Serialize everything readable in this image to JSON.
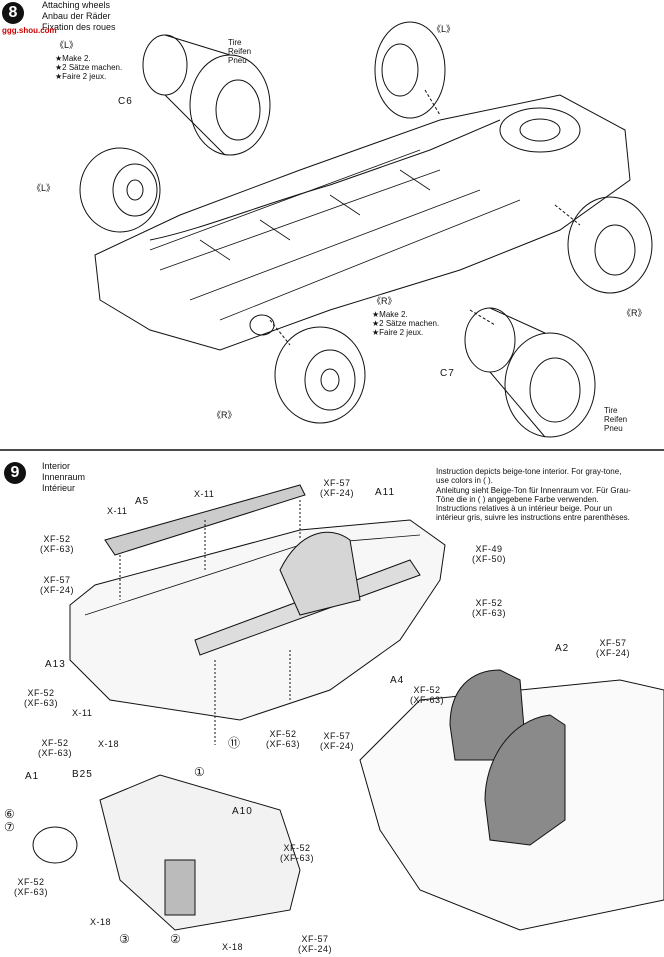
{
  "watermark": "ggg.shou.com",
  "section8": {
    "title_lines": [
      "Attaching wheels",
      "Anbau der Räder",
      "Fixation des roues"
    ],
    "left_label": "《L》",
    "left_label_2": "《L》",
    "left_label_3": "《L》",
    "left_notes": [
      "★Make 2.",
      "★2 Sätze machen.",
      "★Faire 2 jeux."
    ],
    "part_c6": "C6",
    "tire_top": [
      "Tire",
      "Reifen",
      "Pneu"
    ],
    "right_label": "《R》",
    "right_label_2": "《R》",
    "right_label_3": "《R》",
    "right_notes": [
      "★Make 2.",
      "★2 Sätze machen.",
      "★Faire 2 jeux."
    ],
    "part_c7": "C7",
    "tire_bottom": [
      "Tire",
      "Reifen",
      "Pneu"
    ]
  },
  "section9": {
    "step_number": "9",
    "title_lines": [
      "Interior",
      "Innenraum",
      "Intérieur"
    ],
    "instructions": [
      "Instruction depicts beige-tone interior. For gray-tone,",
      "use colors in (    ).",
      "Anleitung sieht Beige-Ton für Innenraum vor. Für Grau-",
      "Töne die in (    ) angegebene Farbe verwenden.",
      "Instructions relatives à un intérieur beige. Pour un",
      "intérieur gris, suivre les instructions entre parenthèses."
    ],
    "labels": {
      "x11_a": "X-11",
      "a5": "A5",
      "x11_b": "X-11",
      "xf57_top": "XF-57\n(XF-24)",
      "a11": "A11",
      "xf52_left": "XF-52\n(XF-63)",
      "xf49": "XF-49\n(XF-50)",
      "xf57_left": "XF-57\n(XF-24)",
      "xf52_right": "XF-52\n(XF-63)",
      "a13": "A13",
      "a4": "A4",
      "xf52_a4": "XF-52\n(XF-63)",
      "xf52_mid": "XF-52\n(XF-63)",
      "x11_c": "X-11",
      "x18_a": "X-18",
      "xf57_mid": "XF-57\n(XF-24)",
      "xf52_bottom": "XF-52\n(XF-63)",
      "ref11": "⑪",
      "a2": "A2",
      "xf57_a2": "XF-57\n(XF-24)",
      "xf52_dash": "XF-52\n(XF-63)",
      "a1": "A1",
      "b25": "B25",
      "ref1": "①",
      "a10": "A10",
      "ref6": "⑥",
      "ref7": "⑦",
      "xf52_a1": "XF-52\n(XF-63)",
      "xf52_a10": "XF-52\n(XF-63)",
      "x18_b": "X-18",
      "ref3": "③",
      "ref2": "②",
      "x18_c": "X-18",
      "xf57_bottom": "XF-57\n(XF-24)"
    }
  }
}
